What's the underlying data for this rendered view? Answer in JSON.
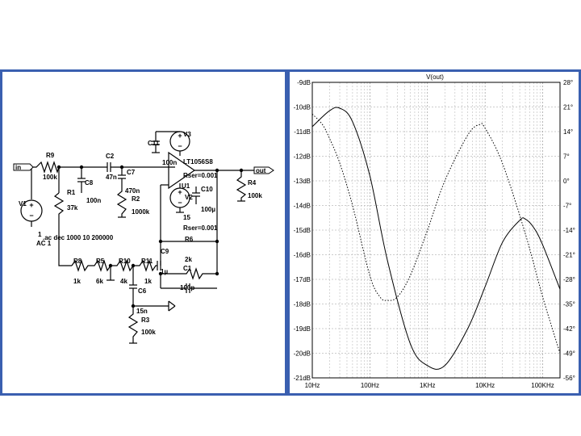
{
  "schematic": {
    "ports": {
      "in": "in",
      "out": "out"
    },
    "components": {
      "R9": {
        "name": "R9",
        "value": "100k"
      },
      "C2": {
        "name": "C2",
        "value": "47n"
      },
      "C8": {
        "name": "C8",
        "value": "100n"
      },
      "C7": {
        "name": "C7",
        "value": "470n"
      },
      "R1": {
        "name": "R1",
        "value": "37k"
      },
      "R2": {
        "name": "R2",
        "value": "1000k"
      },
      "V1": {
        "name": "V1",
        "value": "AC 1",
        "pin": "1"
      },
      "V3": {
        "name": "V3"
      },
      "C11": {
        "name": "C11",
        "value": "100n"
      },
      "U1": {
        "name": "U1",
        "part": "LT1056S8"
      },
      "C10": {
        "name": "C10",
        "value": "100µ",
        "rser": "Rser=0.001"
      },
      "C_top": {
        "rser": "Rser=0.001"
      },
      "V2": {
        "name": "V2",
        "value": "15"
      },
      "R4": {
        "name": "R4",
        "value": "100k"
      },
      "R6": {
        "name": "R6",
        "value": "2k"
      },
      "C1": {
        "name": "C1",
        "value": "100p"
      },
      "C9": {
        "name": "C9"
      },
      "R8": {
        "name": "R8",
        "value": "1k"
      },
      "R5": {
        "name": "R5",
        "value": "6k"
      },
      "R10": {
        "name": "R10",
        "value": "4k"
      },
      "R11": {
        "name": "R11",
        "value": "1k"
      },
      "C9v": {
        "value": "1µ"
      },
      "C6": {
        "name": "C6",
        "value": "15n"
      },
      "R3": {
        "name": "R3",
        "value": "100k"
      }
    },
    "directive": ".ac dec 1000 10 200000"
  },
  "plot": {
    "title": "V(out)",
    "left_ticks": [
      "-9dB",
      "-10dB",
      "-11dB",
      "-12dB",
      "-13dB",
      "-14dB",
      "-15dB",
      "-16dB",
      "-17dB",
      "-18dB",
      "-19dB",
      "-20dB",
      "-21dB"
    ],
    "right_ticks": [
      "28°",
      "21°",
      "14°",
      "7°",
      "0°",
      "-7°",
      "-14°",
      "-21°",
      "-28°",
      "-35°",
      "-42°",
      "-49°",
      "-56°"
    ],
    "x_ticks": [
      "10Hz",
      "100Hz",
      "1KHz",
      "10KHz",
      "100KHz"
    ]
  },
  "chart_data": {
    "type": "line",
    "title": "V(out)",
    "x_scale": "log",
    "xlim": [
      10,
      200000
    ],
    "ylim_left": [
      -21,
      -9
    ],
    "ylim_right": [
      -56,
      28
    ],
    "series": [
      {
        "style": "solid",
        "axis": "left",
        "x": [
          10,
          20,
          30,
          50,
          100,
          200,
          500,
          1000,
          2000,
          5000,
          10000,
          20000,
          40000,
          50000,
          70000,
          100000,
          200000
        ],
        "y": [
          -10.8,
          -10.15,
          -10.05,
          -10.6,
          -12.8,
          -16.2,
          -19.6,
          -20.5,
          -20.5,
          -19.0,
          -17.3,
          -15.5,
          -14.6,
          -14.55,
          -14.9,
          -15.6,
          -17.4
        ]
      },
      {
        "style": "dotted",
        "axis": "right",
        "x": [
          10,
          15,
          20,
          30,
          50,
          100,
          150,
          200,
          300,
          500,
          1000,
          2000,
          5000,
          8000,
          10000,
          20000,
          50000,
          100000,
          200000
        ],
        "y": [
          19,
          16,
          12,
          5,
          -7,
          -27,
          -33,
          -34,
          -33,
          -27,
          -14,
          0,
          13,
          16,
          15,
          5,
          -15,
          -33,
          -49
        ]
      }
    ]
  }
}
